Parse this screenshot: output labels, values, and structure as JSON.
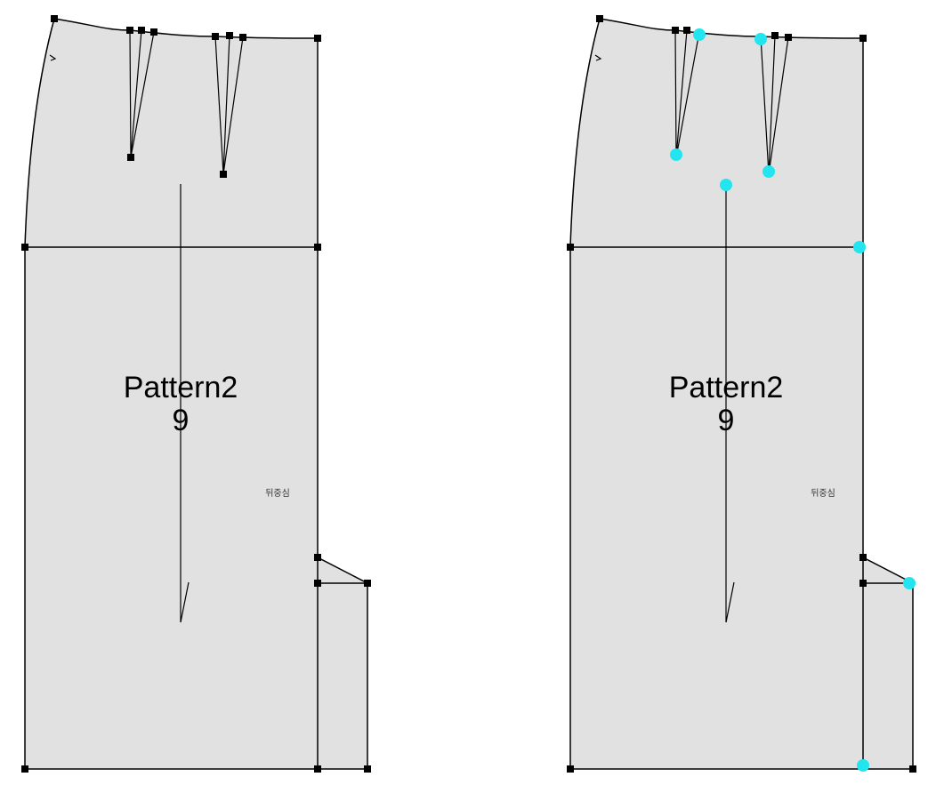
{
  "pieces": [
    {
      "id": "original",
      "name": "Pattern2",
      "number": "9",
      "note": "뒤중심",
      "selected": false
    },
    {
      "id": "modified",
      "name": "Pattern2",
      "number": "9",
      "note": "뒤중심",
      "selected": true
    }
  ],
  "colors": {
    "piece_fill": "#e1e1e1",
    "line": "#000000",
    "point": "#000000",
    "highlight": "#22e5f0"
  }
}
